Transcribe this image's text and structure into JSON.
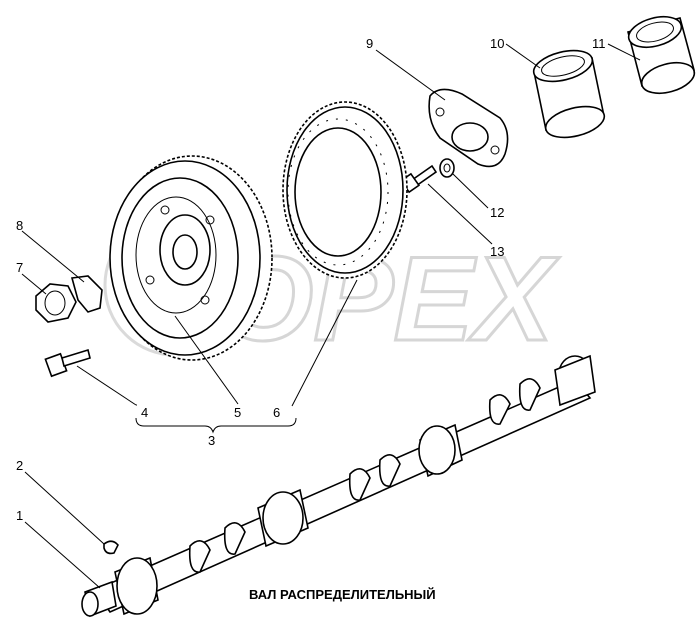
{
  "diagram": {
    "title": "ВАЛ РАСПРЕДЕЛИТЕЛЬНЫЙ",
    "watermark": "OPEX",
    "callouts": [
      "1",
      "2",
      "3",
      "4",
      "5",
      "6",
      "7",
      "8",
      "9",
      "10",
      "11",
      "12",
      "13"
    ]
  }
}
